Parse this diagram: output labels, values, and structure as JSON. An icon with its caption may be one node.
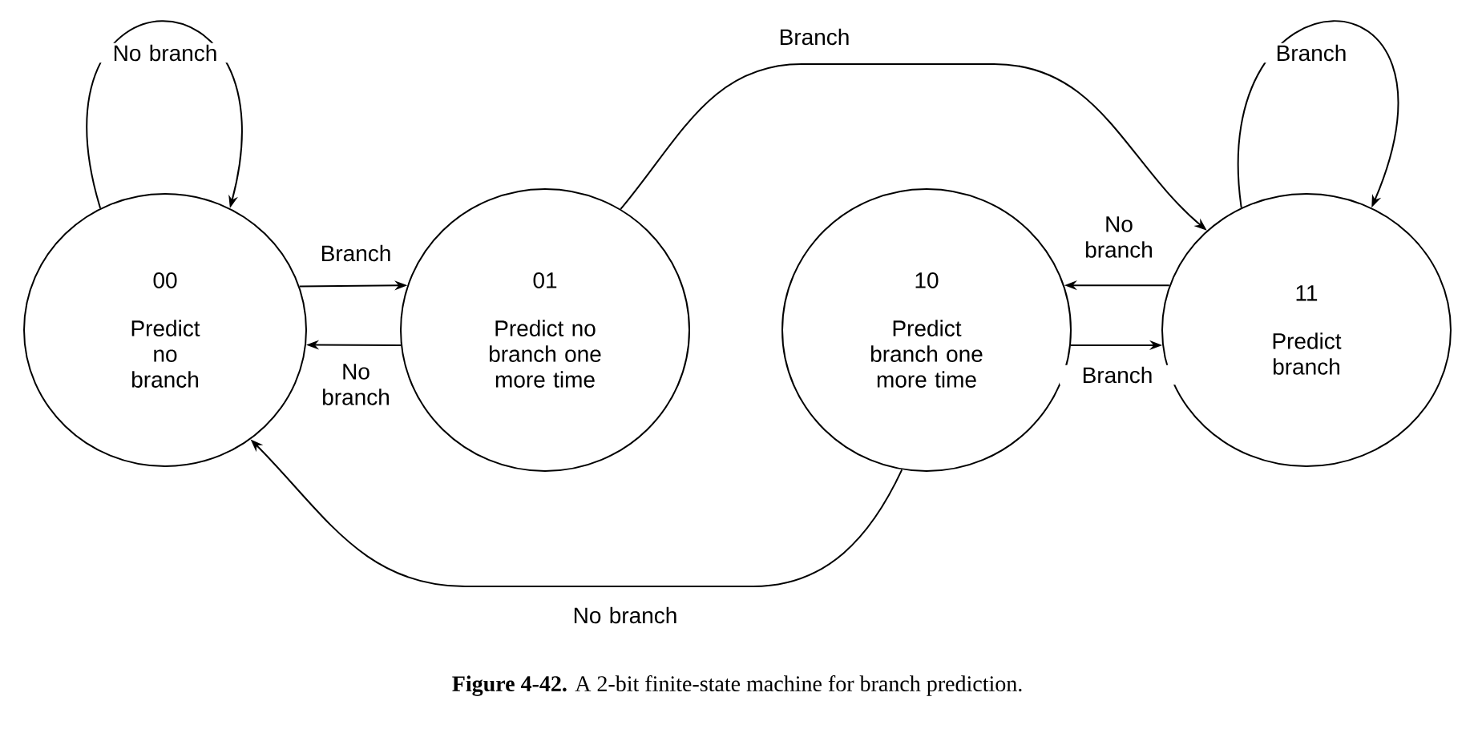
{
  "diagram": {
    "caption": "**Figure 4-42.** A 2-bit finite-state machine for branch prediction.",
    "nodes": [
      {
        "text": [
          "00",
          "Predict no branch"
        ]
      },
      {
        "text": [
          "01",
          "Predict no branch one more time"
        ]
      },
      {
        "text": [
          "10",
          "Predict branch one more time"
        ]
      },
      {
        "text": [
          "11",
          "Predict branch"
        ]
      }
    ],
    "edges": [
      {
        "from": 0,
        "to": 0,
        "arrow": "to",
        "label": "No branch"
      },
      {
        "from": 0,
        "to": 1,
        "arrow": "to",
        "label": "Branch"
      },
      {
        "from": 1,
        "to": 0,
        "arrow": "to",
        "label": "No branch"
      },
      {
        "from": 1,
        "to": 3,
        "arrow": "to",
        "label": "Branch"
      },
      {
        "from": 3,
        "to": 3,
        "arrow": "to",
        "label": "Branch"
      },
      {
        "from": 3,
        "to": 2,
        "arrow": "to",
        "label": "No branch"
      },
      {
        "from": 2,
        "to": 3,
        "arrow": "to",
        "label": "Branch"
      },
      {
        "from": 2,
        "to": 0,
        "arrow": "to",
        "label": "No branch"
      }
    ]
  }
}
